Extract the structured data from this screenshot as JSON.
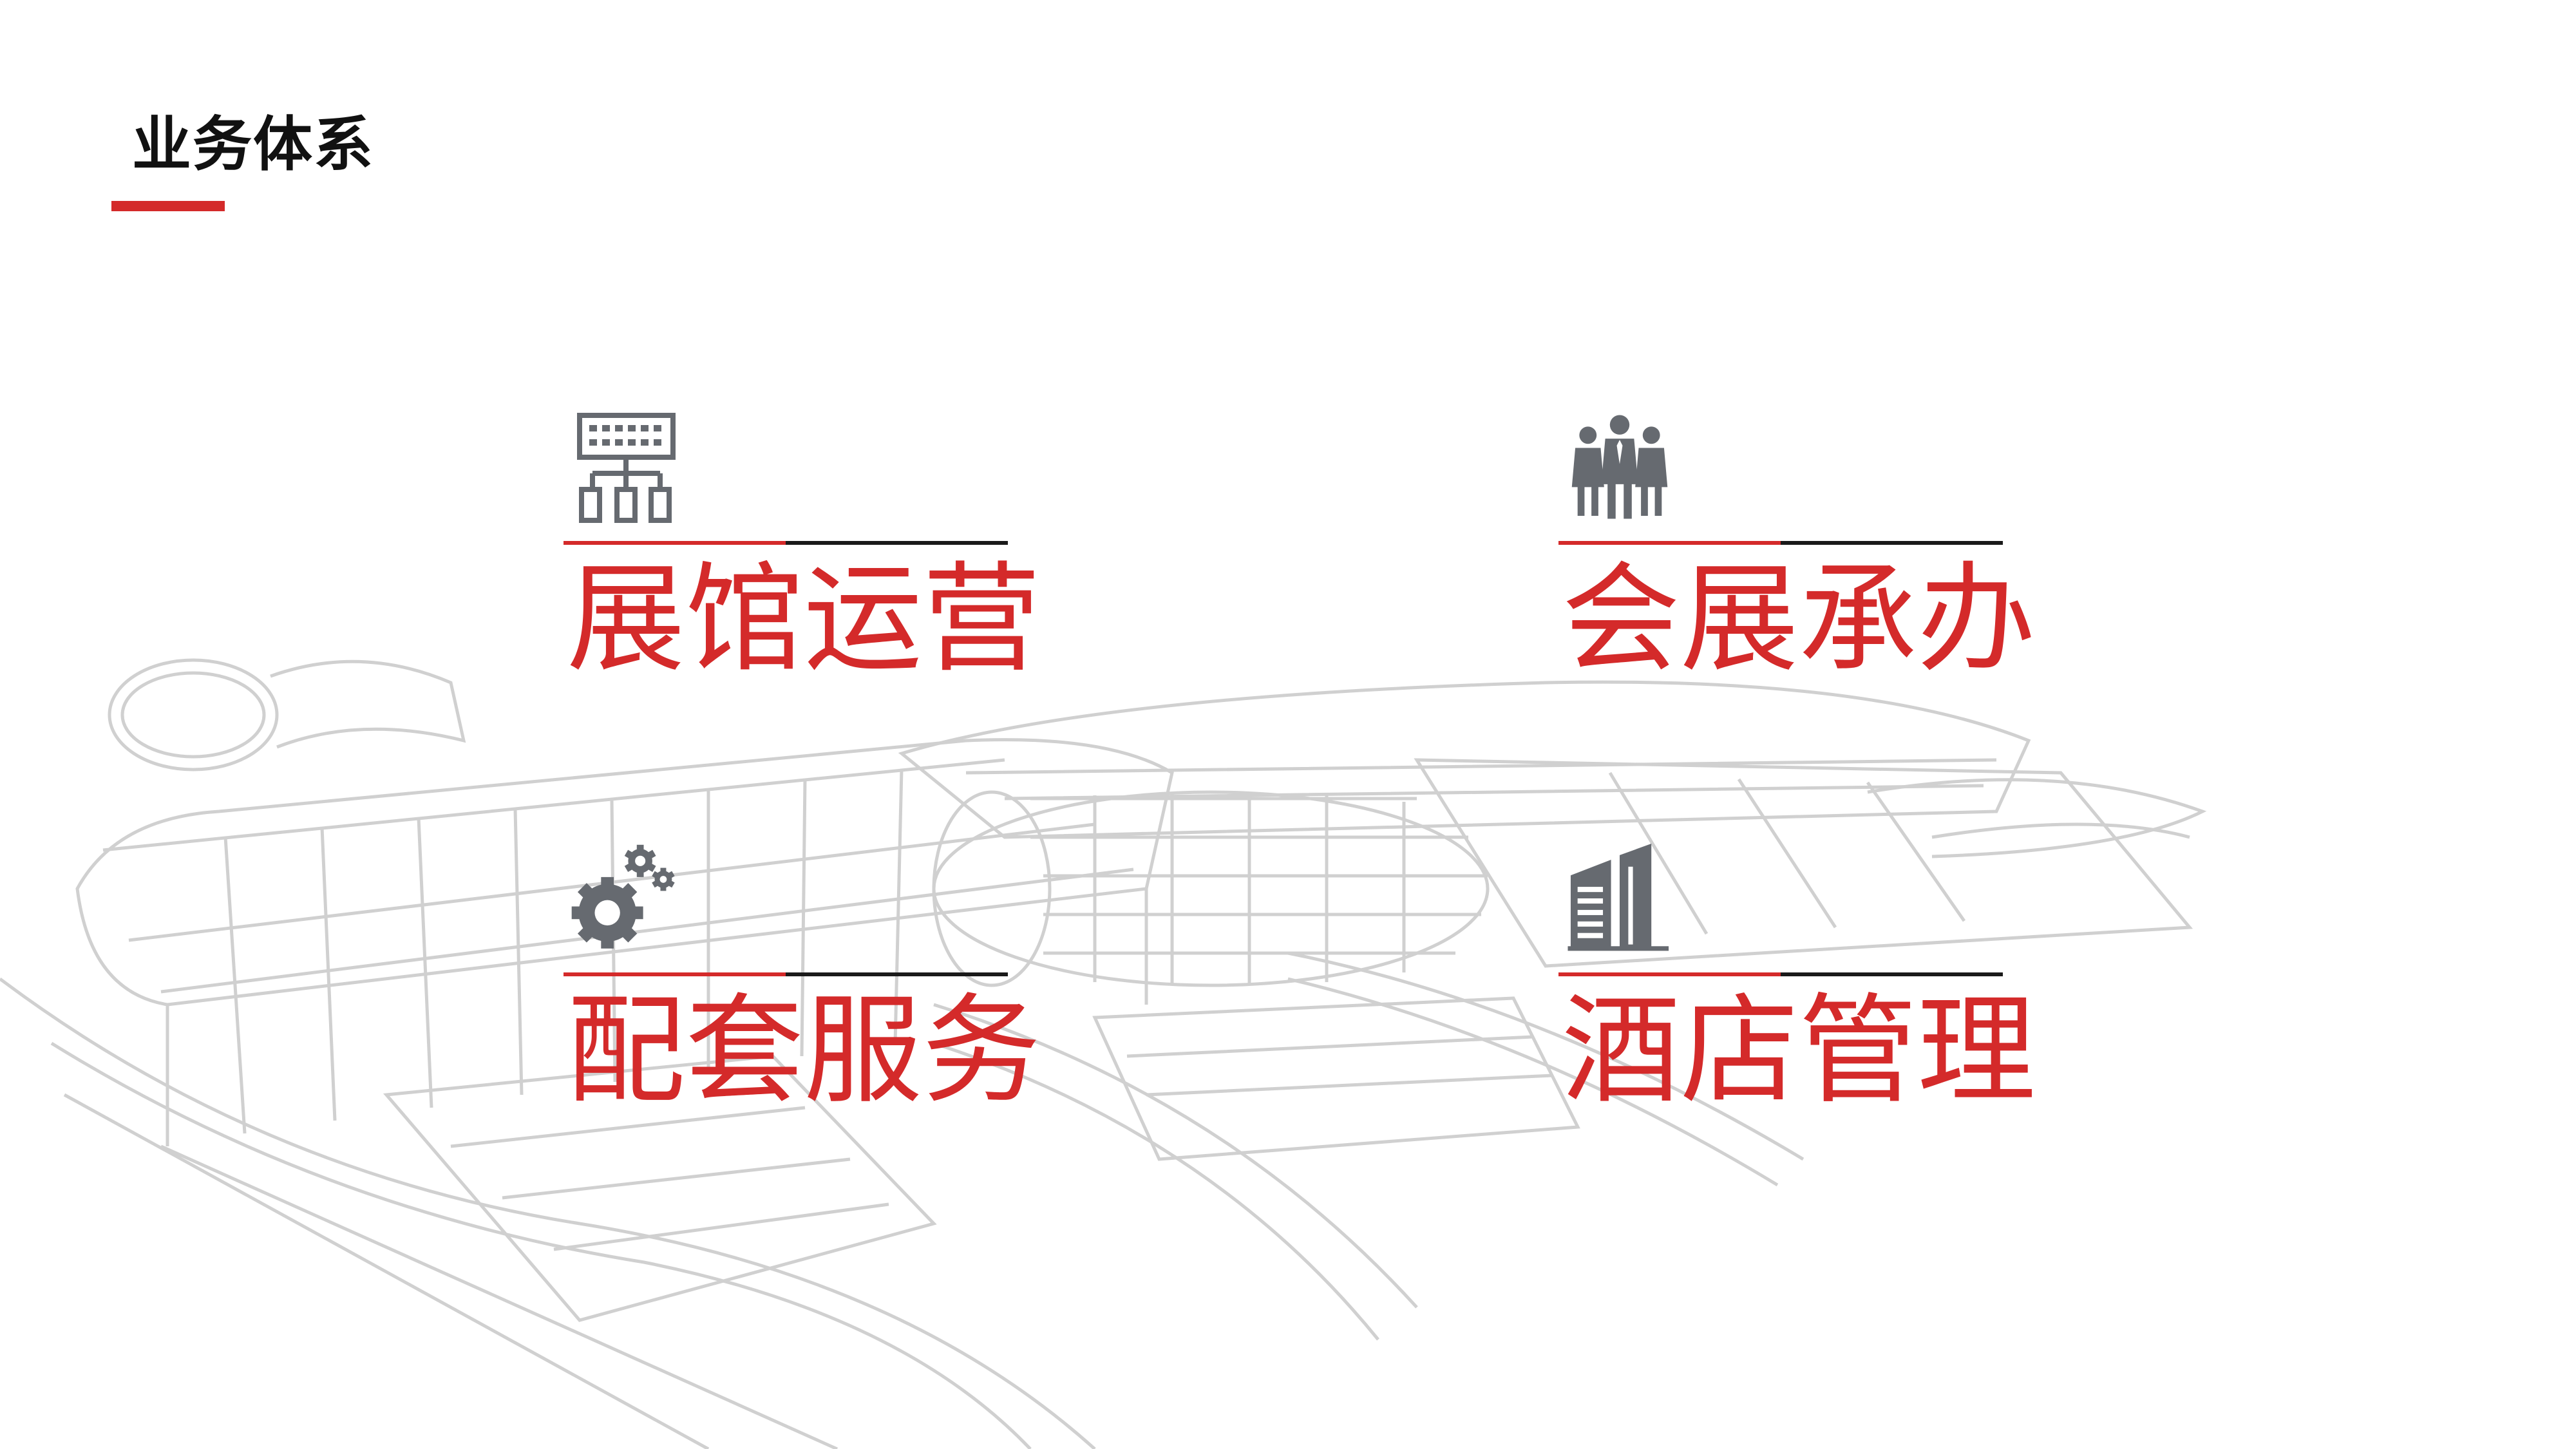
{
  "page": {
    "title": "业务体系",
    "accent_color": "#d42a2a",
    "icon_color": "#666a70"
  },
  "cards": [
    {
      "label": "展馆运营",
      "icon": "network-hierarchy-icon"
    },
    {
      "label": "会展承办",
      "icon": "people-group-icon"
    },
    {
      "label": "配套服务",
      "icon": "gears-icon"
    },
    {
      "label": "酒店管理",
      "icon": "office-building-icon"
    }
  ],
  "background": {
    "image": "exhibition-center-line-sketch"
  }
}
